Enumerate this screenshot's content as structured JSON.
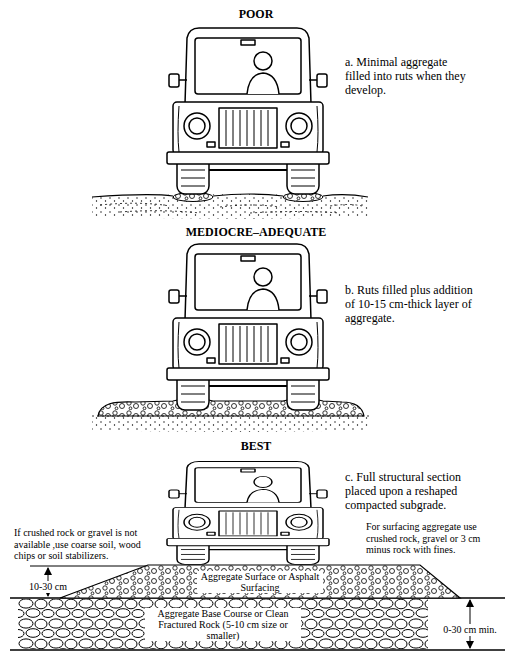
{
  "diagram": {
    "nodes": [
      {
        "text": [
          "Aggregate Surface or Asphalt Surfacing"
        ]
      },
      {
        "text": [
          "Aggregate Base Course or Clean Fractured Rock (5-10 cm size or smaller)"
        ]
      }
    ],
    "labels": [
      "POOR",
      "a. Minimal aggregate filled into ruts when they develop.",
      "MEDIOCRE–ADEQUATE",
      "b. Ruts filled plus addition of 10-15 cm-thick layer of aggregate.",
      "BEST",
      "c. Full structural section placed upon a reshaped compacted subgrade.",
      "If crushed rock or gravel is not available ,use coarse soil, wood chips or soil stabilizers.",
      "For surfacing aggregate use crushed rock, gravel or 3 cm minus rock with fines.",
      "10-30 cm",
      "0-30 cm min."
    ]
  }
}
